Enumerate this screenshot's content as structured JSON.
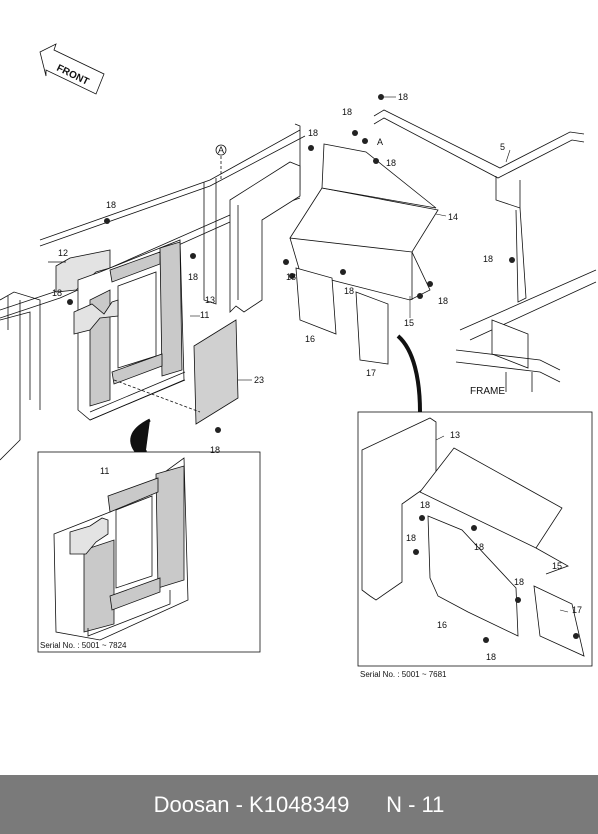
{
  "diagram": {
    "front_label": "FRONT",
    "frame_label": "FRAME",
    "marker_a": "A",
    "callouts": {
      "c12": "12",
      "c11a": "11",
      "c13": "13",
      "c14": "14",
      "c15": "15",
      "c16": "16",
      "c17": "17",
      "c23": "23",
      "c5": "5",
      "c18a": "18",
      "c18b": "18",
      "c18c": "18",
      "c18d": "18",
      "c18e": "18",
      "c18f": "18",
      "c18g": "18",
      "c18h": "18",
      "c18i": "18",
      "c18j": "18",
      "c18k": "18",
      "c18l": "18"
    },
    "detail_left": {
      "callout_11": "11",
      "serial": "Serial No. : 5001 ~ 7824"
    },
    "detail_right": {
      "callout_13": "13",
      "callout_15": "15",
      "callout_16": "16",
      "callout_17": "17",
      "callout_18a": "18",
      "callout_18b": "18",
      "callout_18c": "18",
      "callout_18d": "18",
      "callout_18e": "18",
      "serial": "Serial No. : 5001 ~ 7681"
    }
  },
  "footer": {
    "brand": "Doosan",
    "separator": " - ",
    "part_number": "K1048349",
    "page_ref": "N - 11"
  }
}
